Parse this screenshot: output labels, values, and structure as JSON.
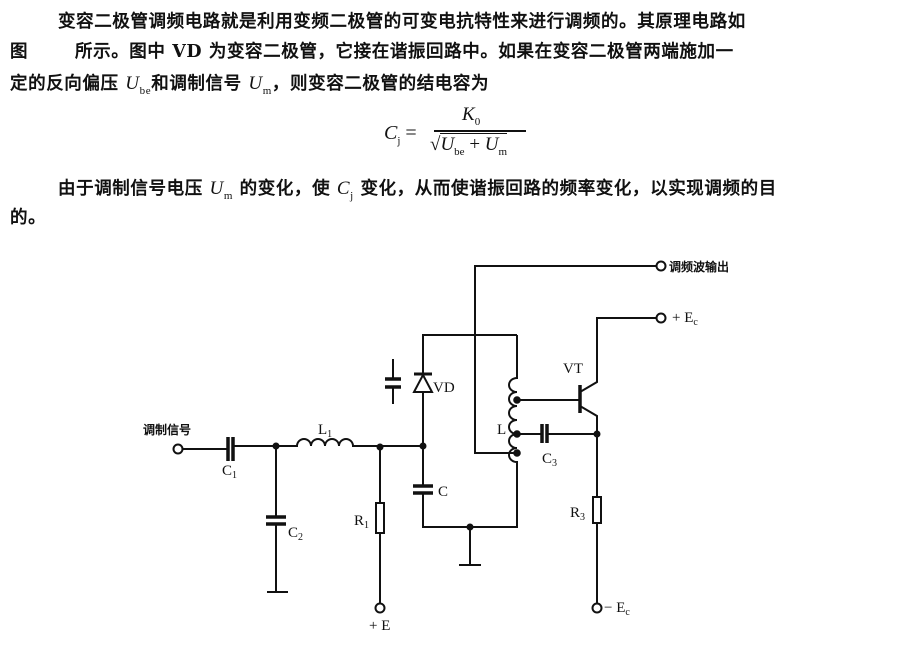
{
  "paragraph1": {
    "line1": "变容二极管调频电路就是利用变频二极管的可变电抗特性来进行调频的。其原理电路如",
    "line2a": "图",
    "line2b": "所示。图中 VD 为变容二极管，它接在谐振回路中。如果在变容二极管两端施加一",
    "line3a": "定的反向偏压 ",
    "line3_ube": "U",
    "line3_ube_sub": "be",
    "line3b": "和调制信号 ",
    "line3_um": "U",
    "line3_um_sub": "m",
    "line3c": "，则变容二极管的结电容为"
  },
  "formula": {
    "lhs": "C",
    "lhs_sub": "j",
    "equals": " =",
    "numerator": "K",
    "numerator_sub": "0",
    "radical": "√",
    "den_u1": "U",
    "den_u1_sub": "be",
    "den_plus": " + ",
    "den_u2": "U",
    "den_u2_sub": "m"
  },
  "paragraph2": {
    "line1a": "由于调制信号电压 ",
    "um": "U",
    "um_sub": "m",
    "line1b": " 的变化，使 ",
    "cj": "C",
    "cj_sub": "j",
    "line1c": " 变化，从而使谐振回路的频率变化，以实现调频的目",
    "line2": "的。"
  },
  "circuit": {
    "input_label": "调制信号",
    "output_label": "调频波输出",
    "c1": "C",
    "c1_sub": "1",
    "c2": "C",
    "c2_sub": "2",
    "c3": "C",
    "c3_sub": "3",
    "c": "C",
    "l1": "L",
    "l1_sub": "1",
    "l": "L",
    "r1": "R",
    "r1_sub": "1",
    "r3": "R",
    "r3_sub": "3",
    "vd": "VD",
    "vt": "VT",
    "plus_e": "+ E",
    "plus_ec": "+ E",
    "plus_ec_sub": "c",
    "minus_ec": "− E",
    "minus_ec_sub": "c"
  }
}
